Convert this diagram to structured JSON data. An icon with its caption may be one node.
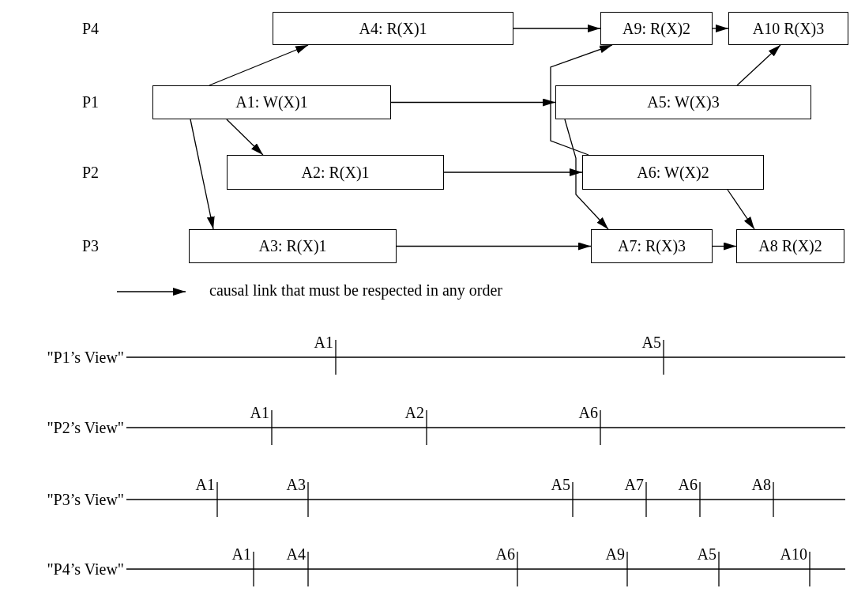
{
  "diagram": {
    "nodes": [
      {
        "text": [
          "A4: R(X)1"
        ]
      },
      {
        "text": [
          "A9: R(X)2"
        ]
      },
      {
        "text": [
          "A10 R(X)3"
        ]
      },
      {
        "text": [
          "A1: W(X)1"
        ]
      },
      {
        "text": [
          "A5: W(X)3"
        ]
      },
      {
        "text": [
          "A2: R(X)1"
        ]
      },
      {
        "text": [
          "A6: W(X)2"
        ]
      },
      {
        "text": [
          "A3: R(X)1"
        ]
      },
      {
        "text": [
          "A7: R(X)3"
        ]
      },
      {
        "text": [
          "A8 R(X)2"
        ]
      }
    ],
    "edges": [
      {
        "from": 3,
        "to": 0,
        "arrow": "to"
      },
      {
        "from": 0,
        "to": 1,
        "arrow": "to"
      },
      {
        "from": 1,
        "to": 2,
        "arrow": "to"
      },
      {
        "from": 3,
        "to": 4,
        "arrow": "to"
      },
      {
        "from": 4,
        "to": 2,
        "arrow": "to"
      },
      {
        "from": 3,
        "to": 5,
        "arrow": "to"
      },
      {
        "from": 3,
        "to": 7,
        "arrow": "to"
      },
      {
        "from": 5,
        "to": 6,
        "arrow": "to"
      },
      {
        "from": 6,
        "to": 1,
        "arrow": "to"
      },
      {
        "from": 4,
        "to": 8,
        "arrow": "to"
      },
      {
        "from": 6,
        "to": 9,
        "arrow": "to"
      },
      {
        "from": 7,
        "to": 8,
        "arrow": "to"
      },
      {
        "from": 8,
        "to": 9,
        "arrow": "to"
      }
    ],
    "labels": [
      "P4",
      "P1",
      "P2",
      "P3",
      "\"P1’s View\"",
      "A1",
      "A5",
      "\"P2’s View\"",
      "A1",
      "A2",
      "A6",
      "\"P3’s View\"",
      "A1",
      "A3",
      "A5",
      "A7",
      "A6",
      "A8",
      "\"P4’s View\"",
      "A1",
      "A4",
      "A6",
      "A9",
      "A5",
      "A10"
    ],
    "legend": [
      {
        "text": "causal link that must be respected in any order"
      }
    ]
  }
}
